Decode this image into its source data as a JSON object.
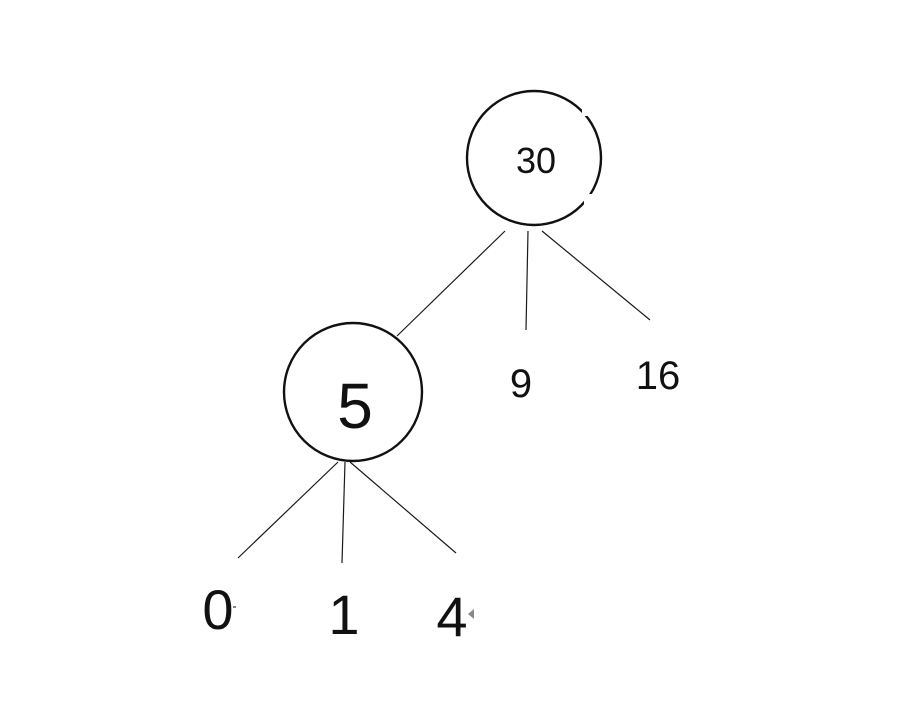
{
  "tree": {
    "root": {
      "value": "30",
      "children": [
        {
          "value": "5",
          "children": [
            {
              "value": "0"
            },
            {
              "value": "1"
            },
            {
              "value": "4"
            }
          ]
        },
        {
          "value": "9"
        },
        {
          "value": "16"
        }
      ]
    }
  },
  "colors": {
    "stroke": "#111111",
    "background": "#ffffff"
  }
}
